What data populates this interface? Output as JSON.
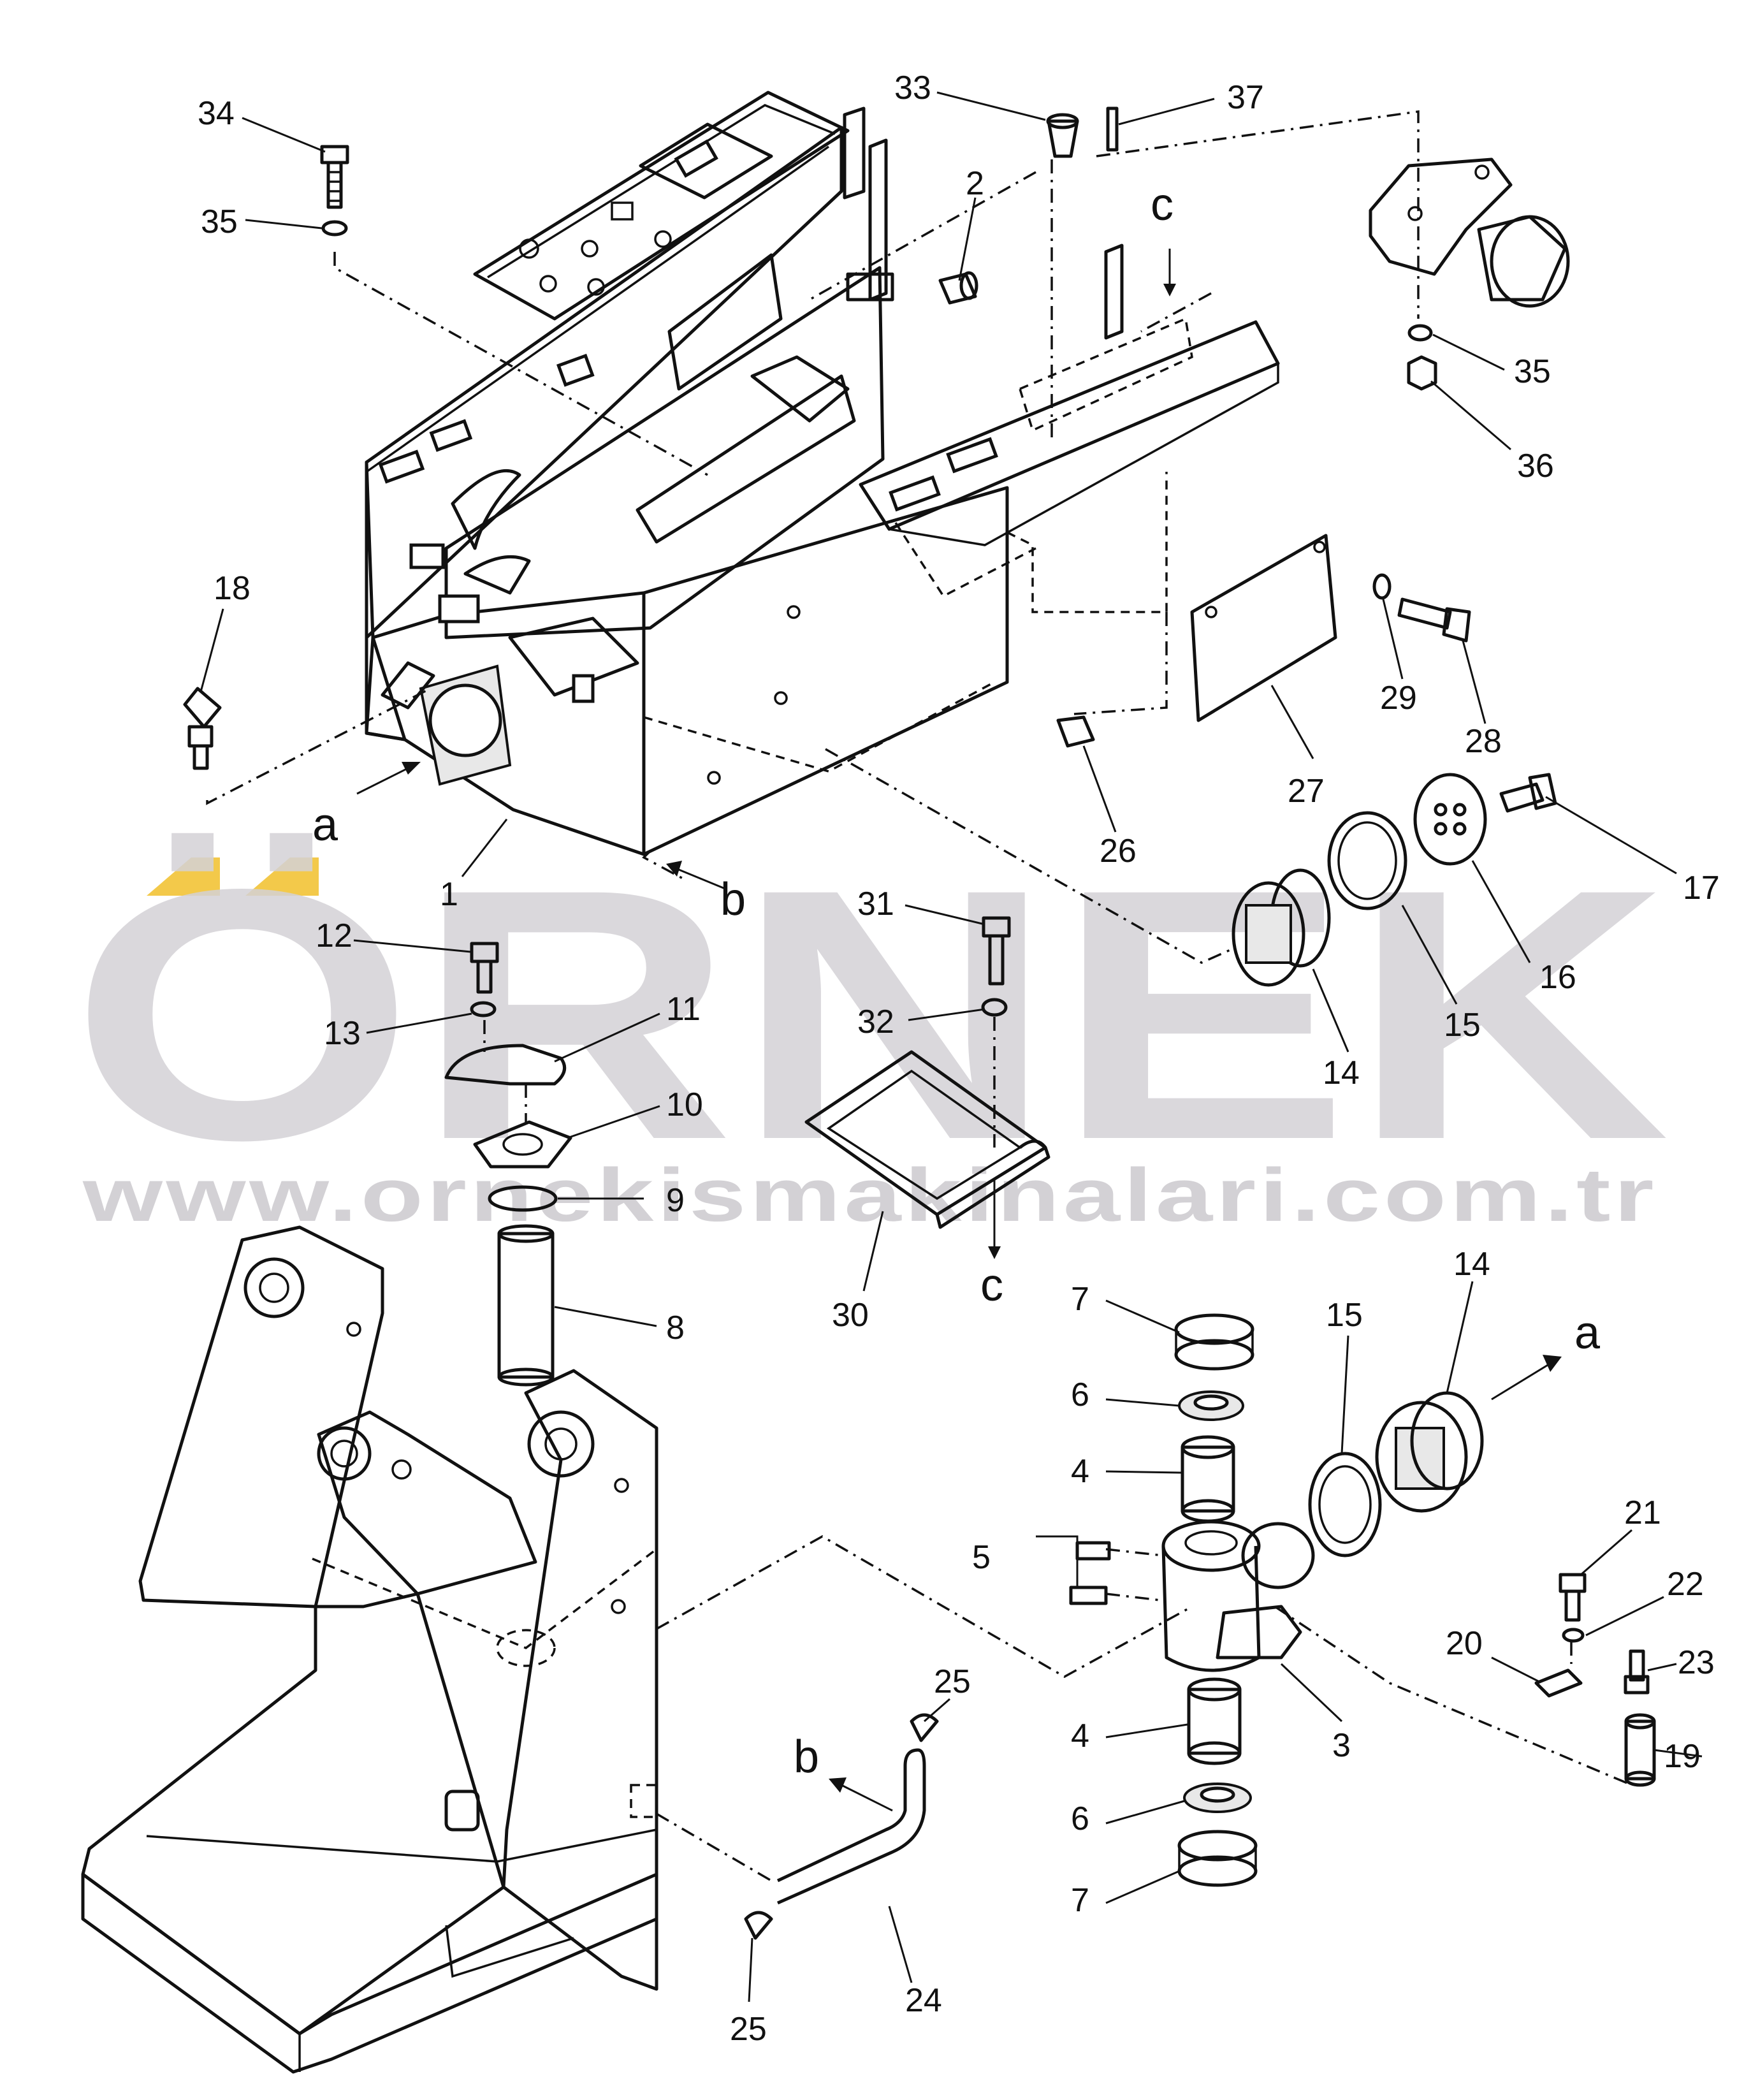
{
  "watermark": {
    "brand": "ÖRNEK",
    "url": "www.ornekismakinalari.com.tr",
    "accent_color": "#f3c94a",
    "text_color": "#d4d2d6"
  },
  "callouts": [
    {
      "id": "34",
      "label": "34"
    },
    {
      "id": "35a",
      "label": "35"
    },
    {
      "id": "33",
      "label": "33"
    },
    {
      "id": "37",
      "label": "37"
    },
    {
      "id": "2",
      "label": "2"
    },
    {
      "id": "c_top",
      "label": "c"
    },
    {
      "id": "35b",
      "label": "35"
    },
    {
      "id": "36",
      "label": "36"
    },
    {
      "id": "18",
      "label": "18"
    },
    {
      "id": "29",
      "label": "29"
    },
    {
      "id": "28",
      "label": "28"
    },
    {
      "id": "27",
      "label": "27"
    },
    {
      "id": "26",
      "label": "26"
    },
    {
      "id": "a_top",
      "label": "a"
    },
    {
      "id": "1",
      "label": "1"
    },
    {
      "id": "b_top",
      "label": "b"
    },
    {
      "id": "17",
      "label": "17"
    },
    {
      "id": "16",
      "label": "16"
    },
    {
      "id": "15a",
      "label": "15"
    },
    {
      "id": "14a",
      "label": "14"
    },
    {
      "id": "31",
      "label": "31"
    },
    {
      "id": "32",
      "label": "32"
    },
    {
      "id": "12",
      "label": "12"
    },
    {
      "id": "13",
      "label": "13"
    },
    {
      "id": "11",
      "label": "11"
    },
    {
      "id": "10",
      "label": "10"
    },
    {
      "id": "9",
      "label": "9"
    },
    {
      "id": "8",
      "label": "8"
    },
    {
      "id": "30",
      "label": "30"
    },
    {
      "id": "c_bot",
      "label": "c"
    },
    {
      "id": "7a",
      "label": "7"
    },
    {
      "id": "6a",
      "label": "6"
    },
    {
      "id": "4a",
      "label": "4"
    },
    {
      "id": "5",
      "label": "5"
    },
    {
      "id": "15b",
      "label": "15"
    },
    {
      "id": "14b",
      "label": "14"
    },
    {
      "id": "a_bot",
      "label": "a"
    },
    {
      "id": "3",
      "label": "3"
    },
    {
      "id": "21",
      "label": "21"
    },
    {
      "id": "22",
      "label": "22"
    },
    {
      "id": "20",
      "label": "20"
    },
    {
      "id": "23",
      "label": "23"
    },
    {
      "id": "19",
      "label": "19"
    },
    {
      "id": "4b",
      "label": "4"
    },
    {
      "id": "6b",
      "label": "6"
    },
    {
      "id": "7b",
      "label": "7"
    },
    {
      "id": "25a",
      "label": "25"
    },
    {
      "id": "b_bot",
      "label": "b"
    },
    {
      "id": "24",
      "label": "24"
    },
    {
      "id": "25b",
      "label": "25"
    }
  ]
}
